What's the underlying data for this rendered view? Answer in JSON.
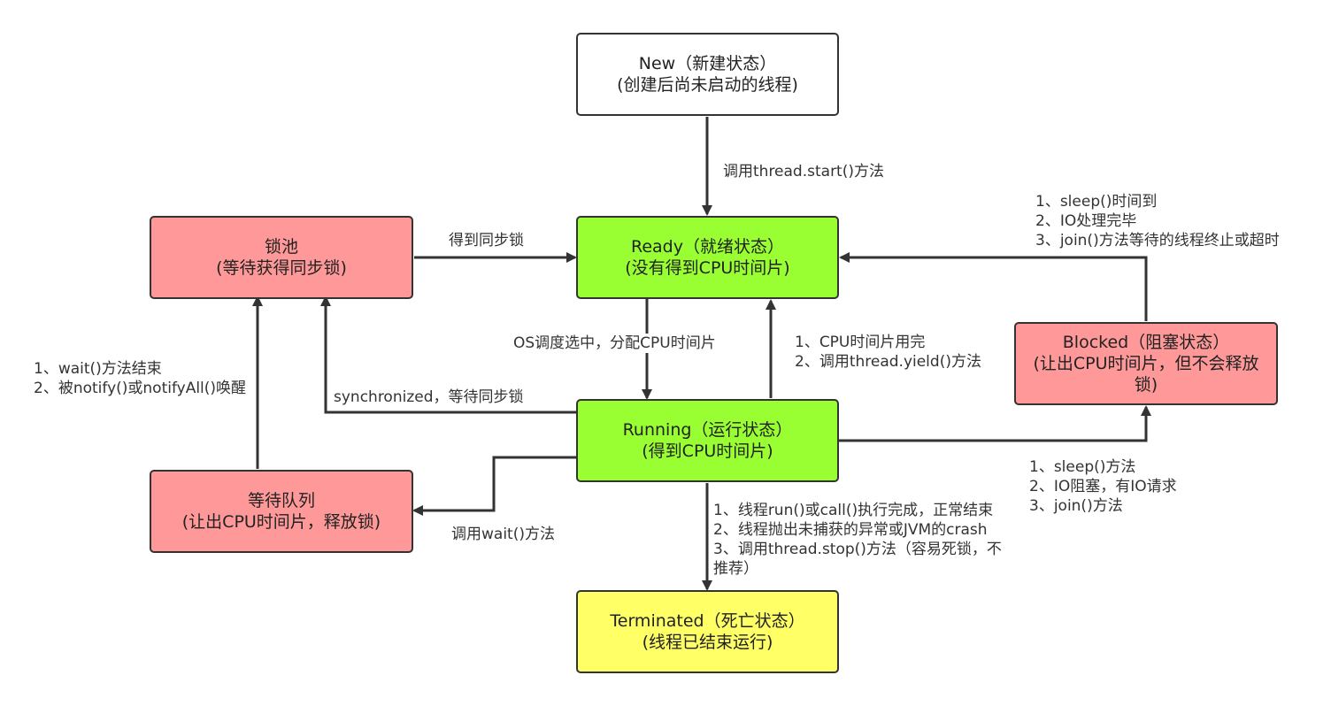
{
  "colors": {
    "new": "#ffffff",
    "ready": "#99ff33",
    "running": "#99ff33",
    "pink": "#ff9999",
    "terminated": "#ffff66",
    "line": "#333333"
  },
  "nodes": {
    "new": {
      "title": "New（新建状态）",
      "sub": "(创建后尚未启动的线程)"
    },
    "ready": {
      "title": "Ready（就绪状态）",
      "sub": "(没有得到CPU时间片)"
    },
    "running": {
      "title": "Running（运行状态）",
      "sub": "(得到CPU时间片)"
    },
    "lock_pool": {
      "title": "锁池",
      "sub": "(等待获得同步锁)"
    },
    "wait_queue": {
      "title": "等待队列",
      "sub": "(让出CPU时间片，释放锁)"
    },
    "blocked": {
      "title": "Blocked（阻塞状态）",
      "sub": "(让出CPU时间片，但不会释放锁)"
    },
    "terminated": {
      "title": "Terminated（死亡状态）",
      "sub": "(线程已结束运行)"
    }
  },
  "labels": {
    "start": "调用thread.start()方法",
    "get_lock": "得到同步锁",
    "os_schedule": "OS调度选中，分配CPU时间片",
    "yield_1": "1、CPU时间片用完",
    "yield_2": "2、调用thread.yield()方法",
    "wake_1": "1、sleep()时间到",
    "wake_2": "2、IO处理完毕",
    "wake_3": "3、join()方法等待的线程终止或超时",
    "wait_end_1": "1、wait()方法结束",
    "wait_end_2": "2、被notify()或notifyAll()唤醒",
    "sync": "synchronized，等待同步锁",
    "call_wait": "调用wait()方法",
    "block_1": "1、sleep()方法",
    "block_2": "2、IO阻塞，有IO请求",
    "block_3": "3、join()方法",
    "term_1": "1、线程run()或call()执行完成，正常结束",
    "term_2": "2、线程抛出未捕获的异常或JVM的crash",
    "term_3": "3、调用thread.stop()方法（容易死锁，不推荐）"
  }
}
